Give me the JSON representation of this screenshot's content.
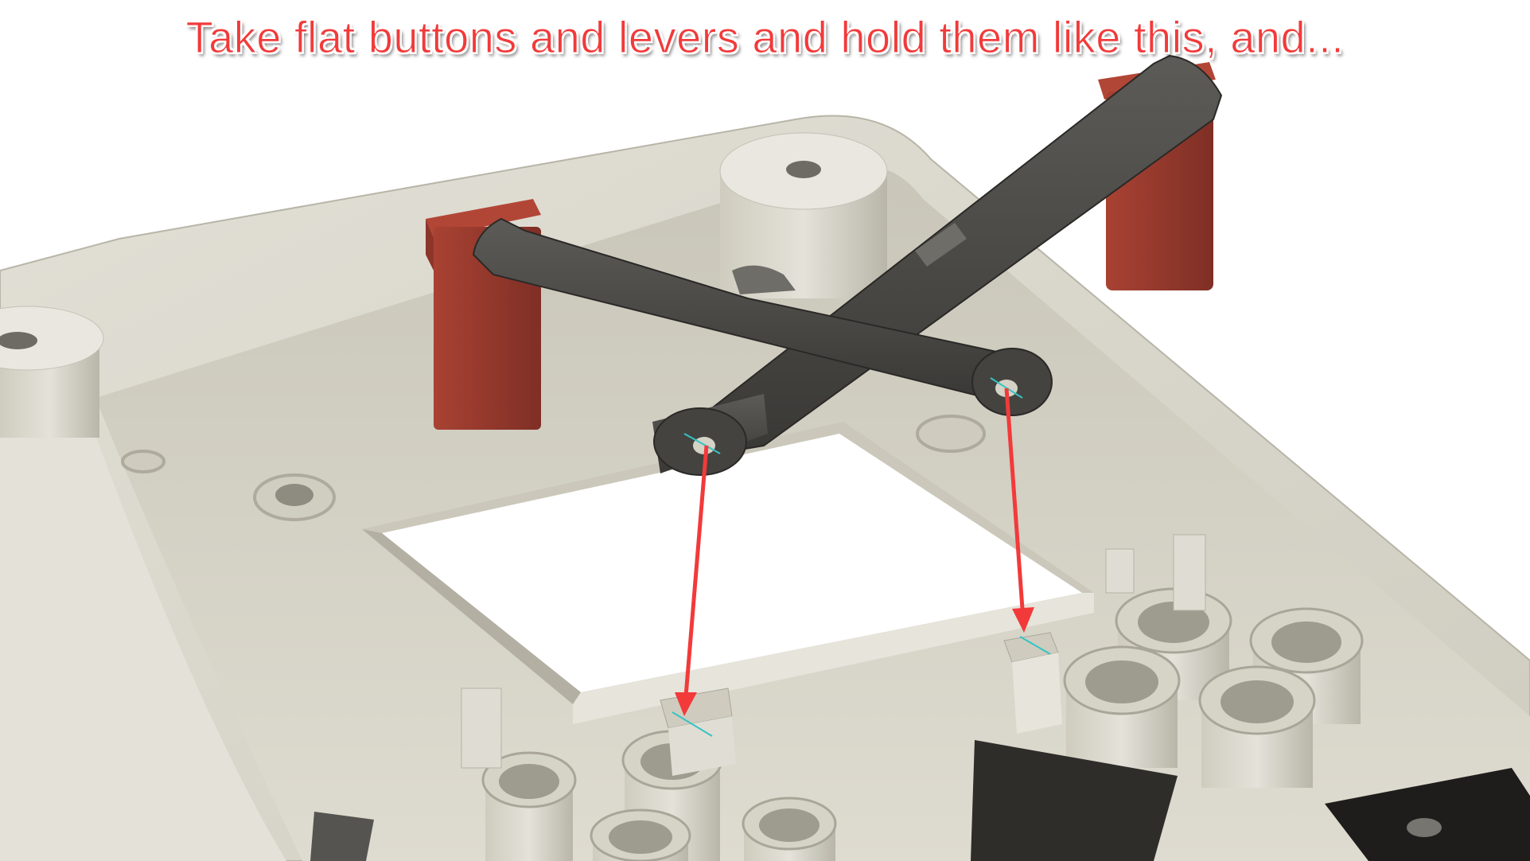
{
  "caption": "Take flat buttons and levers and hold them like this, and...",
  "colors": {
    "background": "#ffffff",
    "caption_text": "#f23a3a",
    "case_plastic": "#d9d6cb",
    "case_shadow": "#aaa79a",
    "lever_plastic": "#4b4a46",
    "button_red": "#9b3a2f",
    "arrow": "#f23a3a",
    "axis_marker": "#33c4c4"
  },
  "scene": {
    "objects": [
      "controller-case-render",
      "left-lever",
      "right-lever",
      "left-red-button",
      "right-red-button",
      "pivot-arrow-left",
      "pivot-arrow-right"
    ]
  }
}
